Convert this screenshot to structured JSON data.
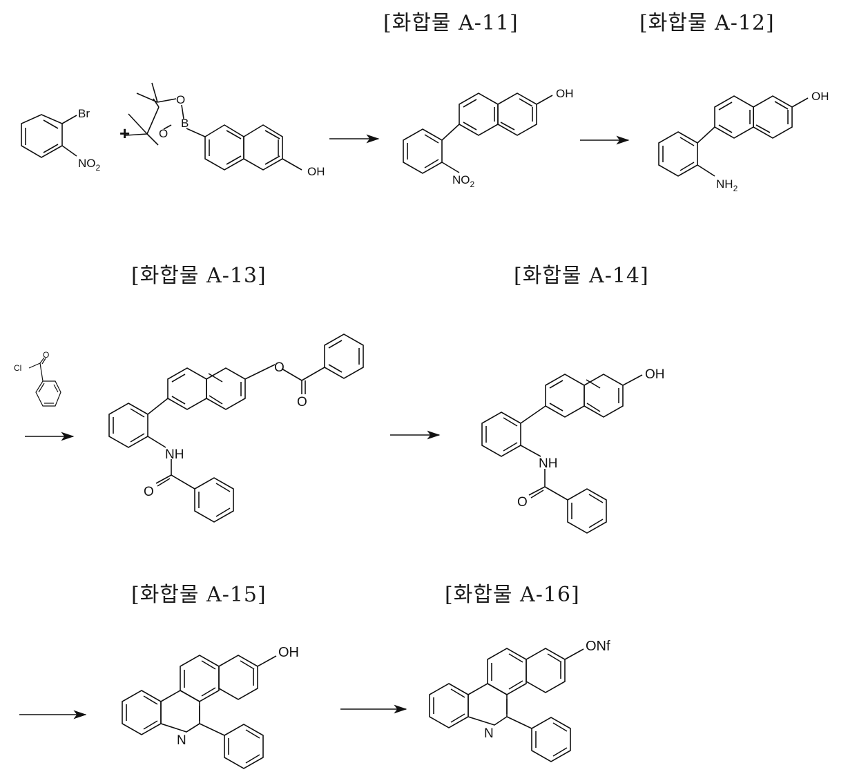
{
  "compound_labels": {
    "a11": "[화합물 A-11]",
    "a12": "[화합물 A-12]",
    "a13": "[화합물 A-13]",
    "a14": "[화합물 A-14]",
    "a15": "[화합물 A-15]",
    "a16": "[화합물 A-16]"
  },
  "atoms": {
    "br": "Br",
    "no2_main": "NO",
    "no2_sub": "2",
    "plus": "+",
    "boron": "B",
    "o": "O",
    "oh": "OH",
    "nh2_main": "NH",
    "nh2_sub": "2",
    "cl": "Cl",
    "nh": "NH",
    "n": "N",
    "onf": "ONf"
  },
  "colors": {
    "ink": "#111111",
    "background": "#ffffff"
  }
}
